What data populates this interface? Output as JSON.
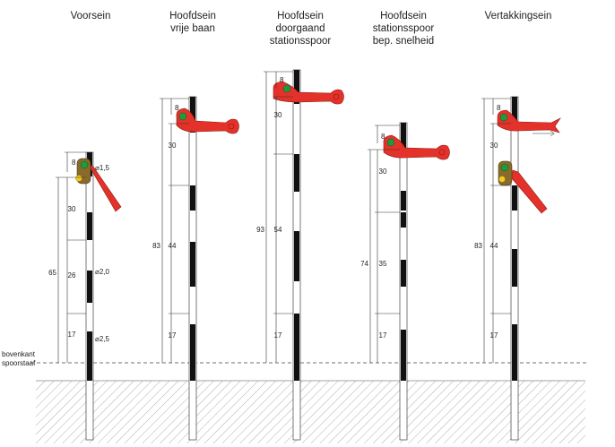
{
  "reference_label": [
    "bovenkant",
    "spoorstaaf"
  ],
  "signals": [
    {
      "title": [
        "Voorsein"
      ],
      "total": "65",
      "segments": [
        "30",
        "26",
        "17"
      ],
      "arm_mark": "8",
      "diameters": [
        "⌀1,5",
        "⌀2,0",
        "⌀2,5"
      ]
    },
    {
      "title": [
        "Hoofdsein",
        "vrije baan"
      ],
      "total": "83",
      "segments": [
        "30",
        "44",
        "17"
      ],
      "arm_mark": "8"
    },
    {
      "title": [
        "Hoofdsein",
        "doorgaand",
        "stationsspoor"
      ],
      "total": "93",
      "segments": [
        "30",
        "54",
        "17"
      ],
      "arm_mark": "8"
    },
    {
      "title": [
        "Hoofdsein",
        "stationsspoor",
        "bep. snelheid"
      ],
      "total": "74",
      "segments": [
        "30",
        "35",
        "17"
      ],
      "arm_mark": "8"
    },
    {
      "title": [
        "Vertakkingsein"
      ],
      "total": "83",
      "segments": [
        "30",
        "44",
        "17"
      ],
      "arm_mark": "8"
    }
  ],
  "colors": {
    "arm": "#e4322b",
    "lens_green": "#1f9a3c",
    "lens_yellow": "#f2cc1a",
    "post_black": "#111111",
    "ground_hatch": "#9a9a9a"
  }
}
